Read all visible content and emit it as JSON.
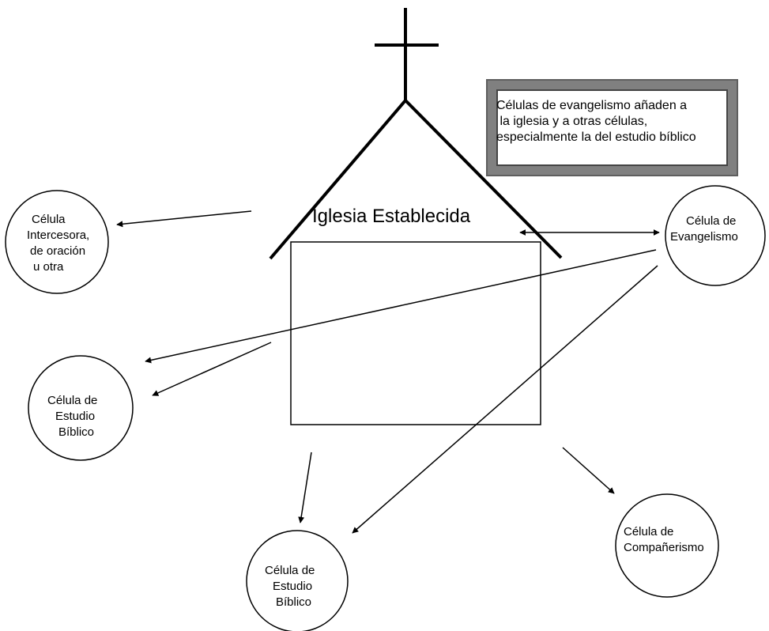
{
  "church": {
    "title": "Iglesia Establecida"
  },
  "callout": {
    "lines": [
      "Células de evangelismo añaden a",
      " la iglesia y a otras células,",
      "especialmente la del estudio bíblico"
    ]
  },
  "cells": {
    "intercesora": {
      "lines": [
        "Célula",
        "Intercesora,",
        "de oración",
        "u otra"
      ]
    },
    "evangelismo": {
      "lines": [
        "Célula de",
        "Evangelismo"
      ]
    },
    "estudio_left": {
      "lines": [
        "Célula de",
        "Estudio",
        "Bíblico"
      ]
    },
    "estudio_bottom": {
      "lines": [
        "Célula de",
        "Estudio",
        "Bíblico"
      ]
    },
    "companerismo": {
      "lines": [
        "Célula de",
        "Compañerismo"
      ]
    }
  },
  "colors": {
    "line": "#000000",
    "callout_frame": "#808080"
  }
}
